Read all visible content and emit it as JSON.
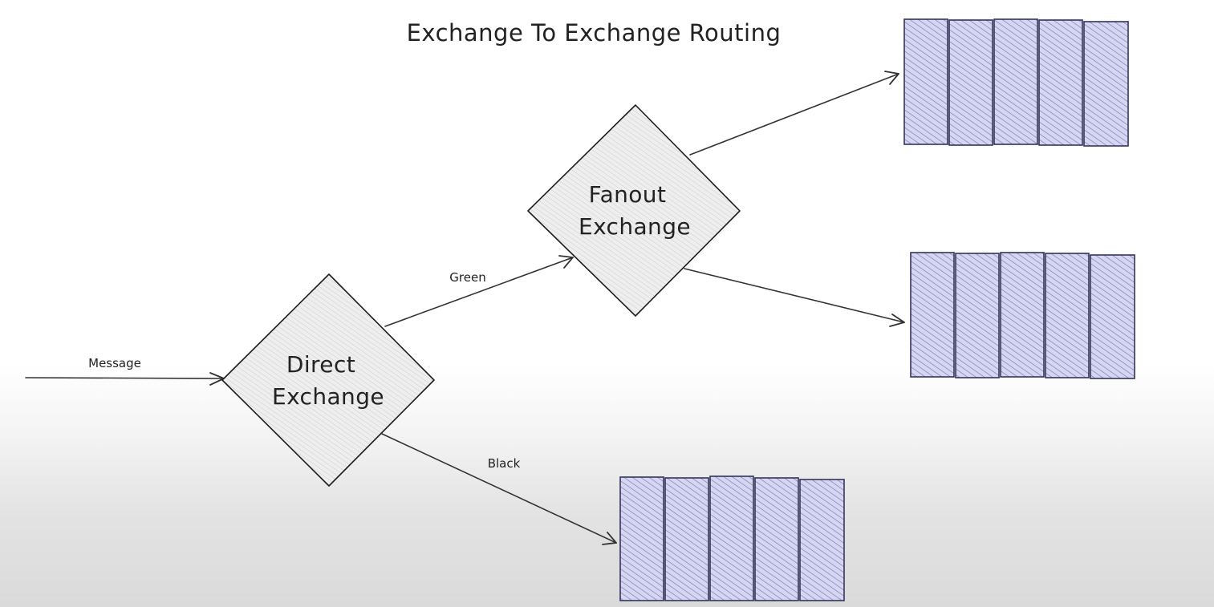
{
  "title": "Exchange To Exchange Routing",
  "nodes": {
    "direct": {
      "line1": "Direct",
      "line2": "Exchange"
    },
    "fanout": {
      "line1": "Fanout",
      "line2": "Exchange"
    }
  },
  "edges": {
    "message": "Message",
    "green": "Green",
    "black": "Black"
  },
  "queues": {
    "count": 3,
    "cells_per_queue": 5
  },
  "colors": {
    "queue_fill": "#d6d6f0",
    "queue_hatch": "#7c7cc4",
    "diamond_fill": "#ececec",
    "stroke": "#1e1e1e"
  }
}
